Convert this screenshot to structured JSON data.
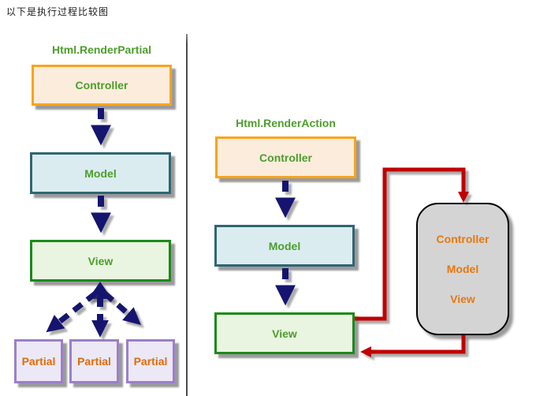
{
  "title": "以下是执行过程比较图",
  "left": {
    "header": "Html.RenderPartial",
    "controller": "Controller",
    "model": "Model",
    "view": "View",
    "partials": [
      "Partial",
      "Partial",
      "Partial"
    ]
  },
  "right": {
    "header": "Html.RenderAction",
    "controller": "Controller",
    "model": "Model",
    "view": "View",
    "inner": {
      "controller": "Controller",
      "model": "Model",
      "view": "View"
    }
  },
  "colors": {
    "header_green": "#4c9e2b",
    "controller_border": "#f9a41b",
    "controller_fill": "#fcecdc",
    "model_border": "#2f6673",
    "model_fill": "#daecf0",
    "view_border": "#1b8a1b",
    "view_fill": "#e9f5e0",
    "partial_border": "#9b80c9",
    "partial_fill": "#ece8f6",
    "partial_text": "#e06c07",
    "inner_box_fill": "#d4d4d4",
    "inner_box_border": "#000000",
    "inner_box_text": "#e8780d",
    "flow_arrow": "#151570",
    "loop_arrow": "#c00000",
    "divider": "#4a4a4a"
  }
}
